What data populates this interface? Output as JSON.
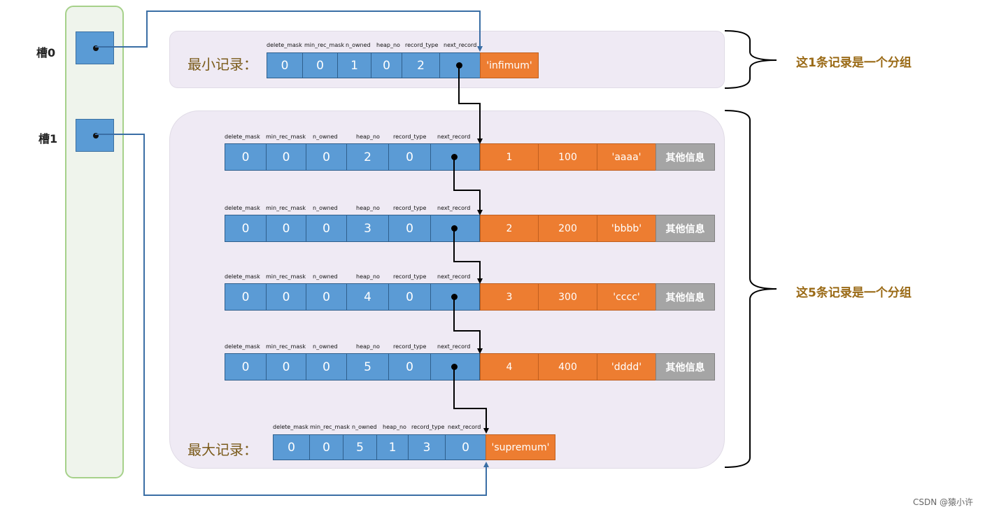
{
  "slots": [
    {
      "label": "槽0"
    },
    {
      "label": "槽1"
    }
  ],
  "header_fields": [
    "delete_mask",
    "min_rec_mask",
    "n_owned",
    "heap_no",
    "record_type",
    "next_record"
  ],
  "infimum": {
    "label": "最小记录：",
    "values": [
      "0",
      "0",
      "1",
      "0",
      "2"
    ],
    "data": "'infimum'"
  },
  "records": [
    {
      "header": [
        "0",
        "0",
        "0",
        "2",
        "0"
      ],
      "data": [
        "1",
        "100",
        "'aaaa'"
      ],
      "extra": "其他信息"
    },
    {
      "header": [
        "0",
        "0",
        "0",
        "3",
        "0"
      ],
      "data": [
        "2",
        "200",
        "'bbbb'"
      ],
      "extra": "其他信息"
    },
    {
      "header": [
        "0",
        "0",
        "0",
        "4",
        "0"
      ],
      "data": [
        "3",
        "300",
        "'cccc'"
      ],
      "extra": "其他信息"
    },
    {
      "header": [
        "0",
        "0",
        "0",
        "5",
        "0"
      ],
      "data": [
        "4",
        "400",
        "'dddd'"
      ],
      "extra": "其他信息"
    }
  ],
  "supremum": {
    "label": "最大记录：",
    "values": [
      "0",
      "0",
      "5",
      "1",
      "3",
      "0"
    ],
    "data": "'supremum'"
  },
  "notes": {
    "group1": "这1条记录是一个分组",
    "group2": "这5条记录是一个分组"
  },
  "watermark": "CSDN @猿小许",
  "colors": {
    "header_cell": "#5b9bd5",
    "data_cell": "#ed7d31",
    "extra_cell": "#a5a5a5",
    "slot_link": "#3a6ea5"
  }
}
